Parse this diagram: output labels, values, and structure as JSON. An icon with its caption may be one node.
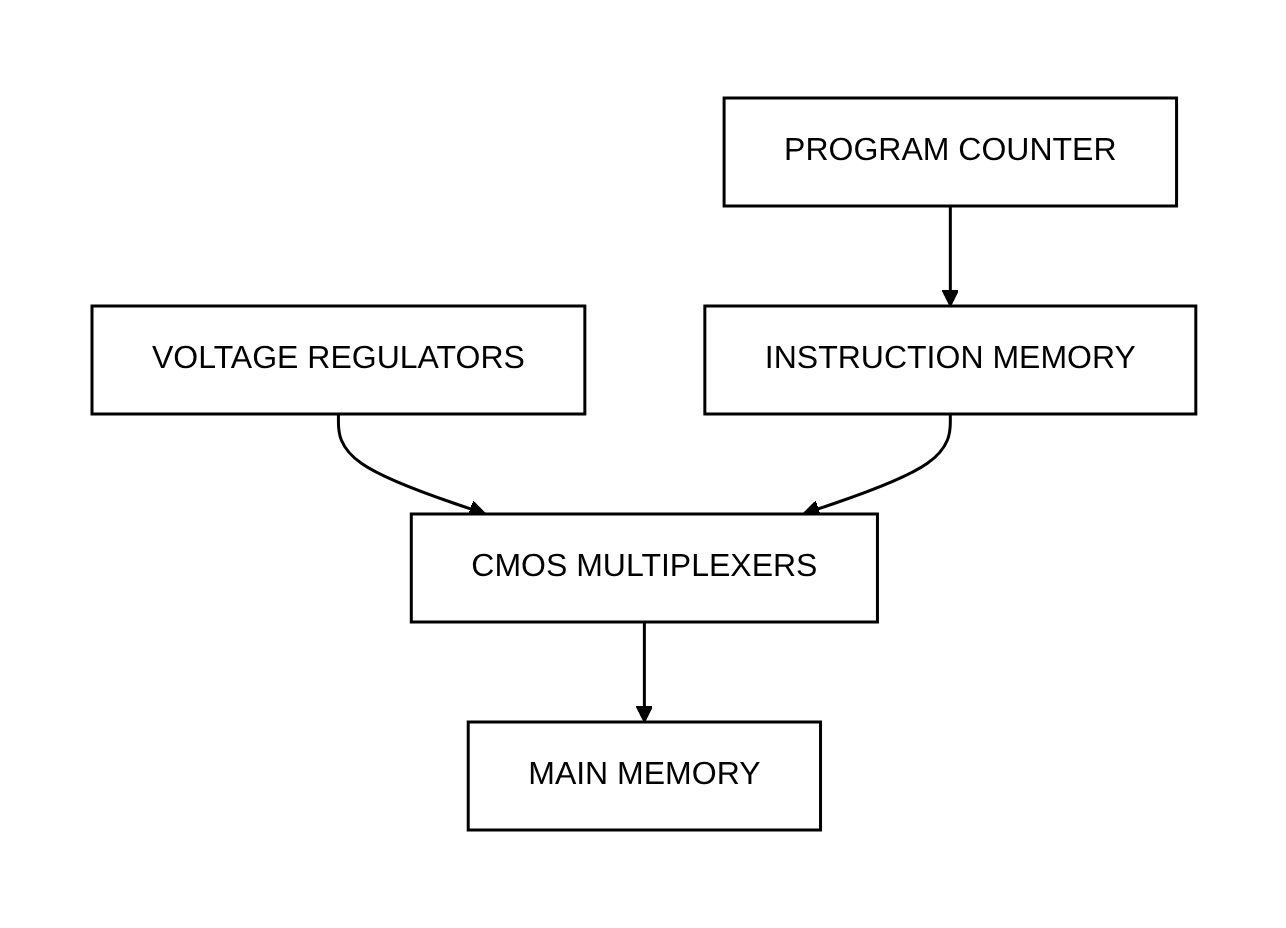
{
  "diagram": {
    "nodes": [
      {
        "text": [
          "VOLTAGE REGULATORS"
        ]
      },
      {
        "text": [
          "INSTRUCTION MEMORY"
        ]
      },
      {
        "text": [
          "CMOS MULTIPLEXERS"
        ]
      },
      {
        "text": [
          "PROGRAM COUNTER"
        ]
      },
      {
        "text": [
          "MAIN MEMORY"
        ]
      }
    ],
    "edges": [
      {
        "from": 0,
        "to": 2,
        "arrow": "to"
      },
      {
        "from": 1,
        "to": 2,
        "arrow": "to"
      },
      {
        "from": 3,
        "to": 1,
        "arrow": "to"
      },
      {
        "from": 2,
        "to": 4,
        "arrow": "to"
      }
    ]
  }
}
